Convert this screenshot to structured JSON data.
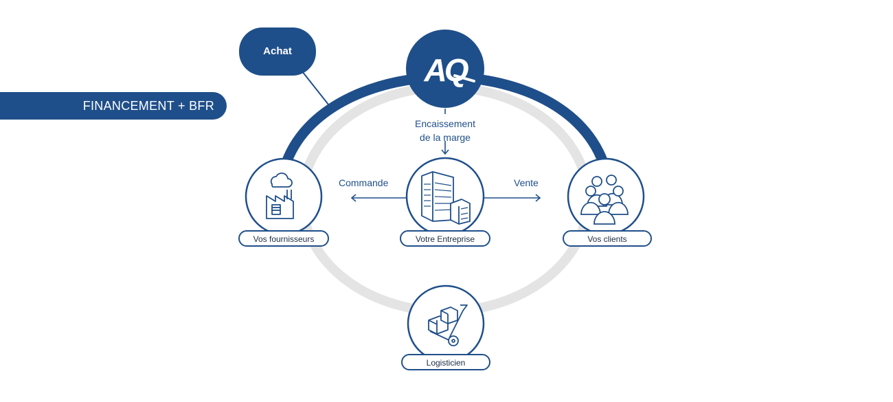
{
  "banner": {
    "label": "FINANCEMENT + BFR"
  },
  "bubble": {
    "label": "Achat"
  },
  "logo": {
    "text": "AQ"
  },
  "flow": {
    "encaissement_line1": "Encaissement",
    "encaissement_line2": "de la marge",
    "commande": "Commande",
    "vente": "Vente"
  },
  "nodes": {
    "fournisseurs": "Vos fournisseurs",
    "entreprise": "Votre Entreprise",
    "clients": "Vos clients",
    "logisticien": "Logisticien"
  },
  "icons": {
    "logo": "aq-logo",
    "fournisseurs": "factory-icon",
    "entreprise": "office-building-icon",
    "clients": "people-group-icon",
    "logisticien": "hand-truck-icon"
  },
  "colors": {
    "primary": "#1f4f8a",
    "ring": "#e6e6e6",
    "text": "#1b2c44"
  }
}
